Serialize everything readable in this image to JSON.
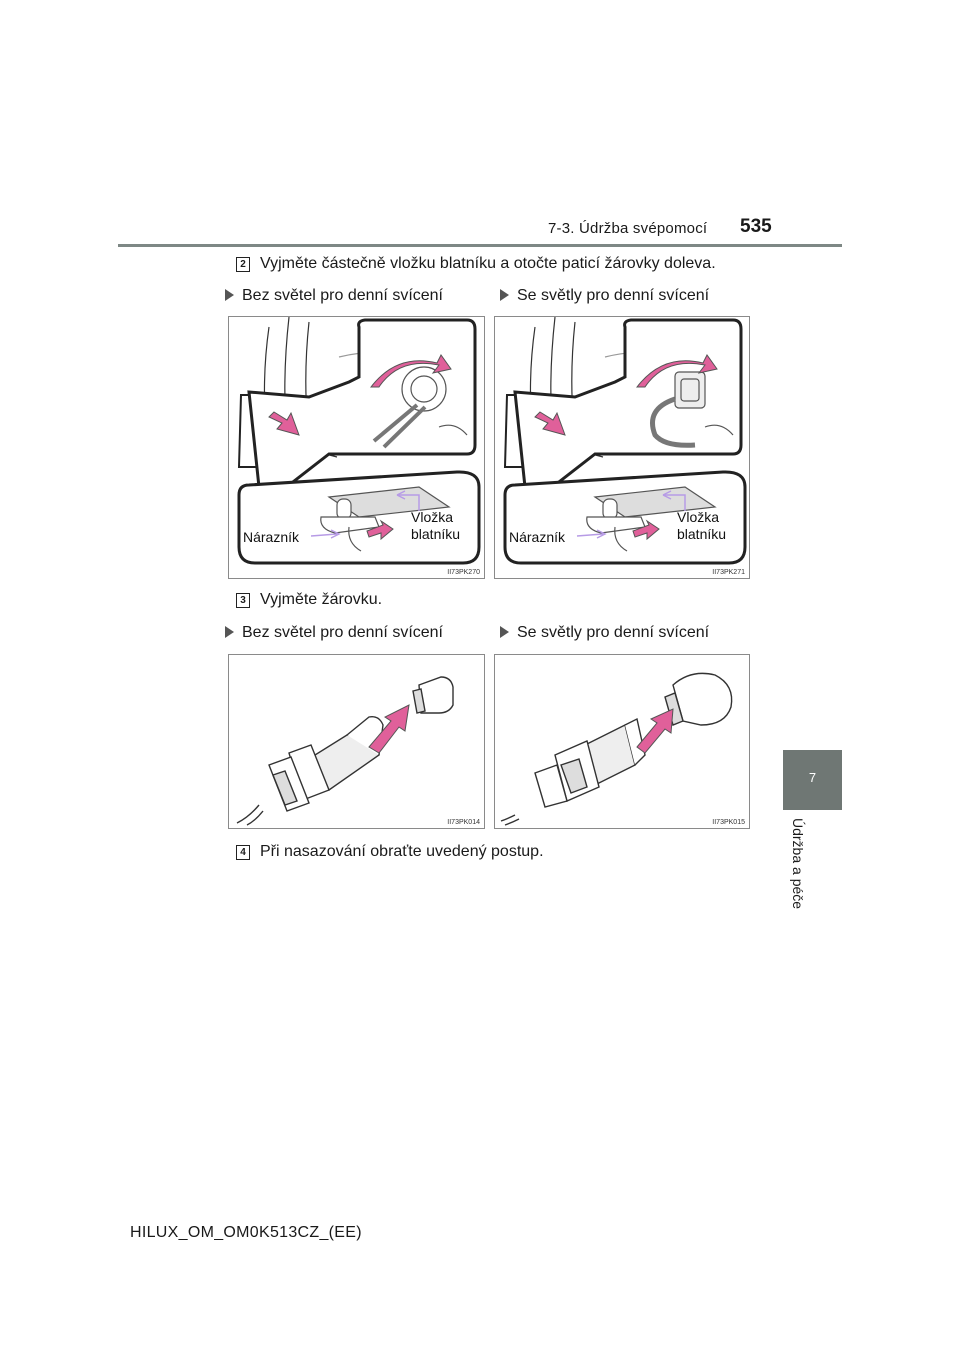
{
  "header": {
    "section": "7-3. Údržba svépomocí",
    "page_number": "535"
  },
  "side_tab": {
    "chapter_number": "7",
    "chapter_title": "Údržba a péče"
  },
  "steps": [
    {
      "number": "2",
      "text": "Vyjměte částečně vložku blatníku a otočte paticí žárovky doleva."
    },
    {
      "number": "3",
      "text": "Vyjměte žárovku."
    },
    {
      "number": "4",
      "text": "Při nasazování obraťte uvedený postup."
    }
  ],
  "variants": {
    "without_drl": "Bez světel pro denní svícení",
    "with_drl": "Se světly pro denní svícení"
  },
  "figures": {
    "step2_left": {
      "code": "II73PK270",
      "label_bumper": "Nárazník",
      "label_liner_1": "Vložka",
      "label_liner_2": "blatníku"
    },
    "step2_right": {
      "code": "II73PK271",
      "label_bumper": "Nárazník",
      "label_liner_1": "Vložka",
      "label_liner_2": "blatníku"
    },
    "step3_left": {
      "code": "II73PK014"
    },
    "step3_right": {
      "code": "II73PK015"
    }
  },
  "footer": {
    "doc_code": "HILUX_OM_OM0K513CZ_(EE)"
  },
  "colors": {
    "rule": "#7e8885",
    "tab": "#6f7774",
    "arrow_pink": "#e0609a",
    "callout_line": "#b79be6"
  }
}
